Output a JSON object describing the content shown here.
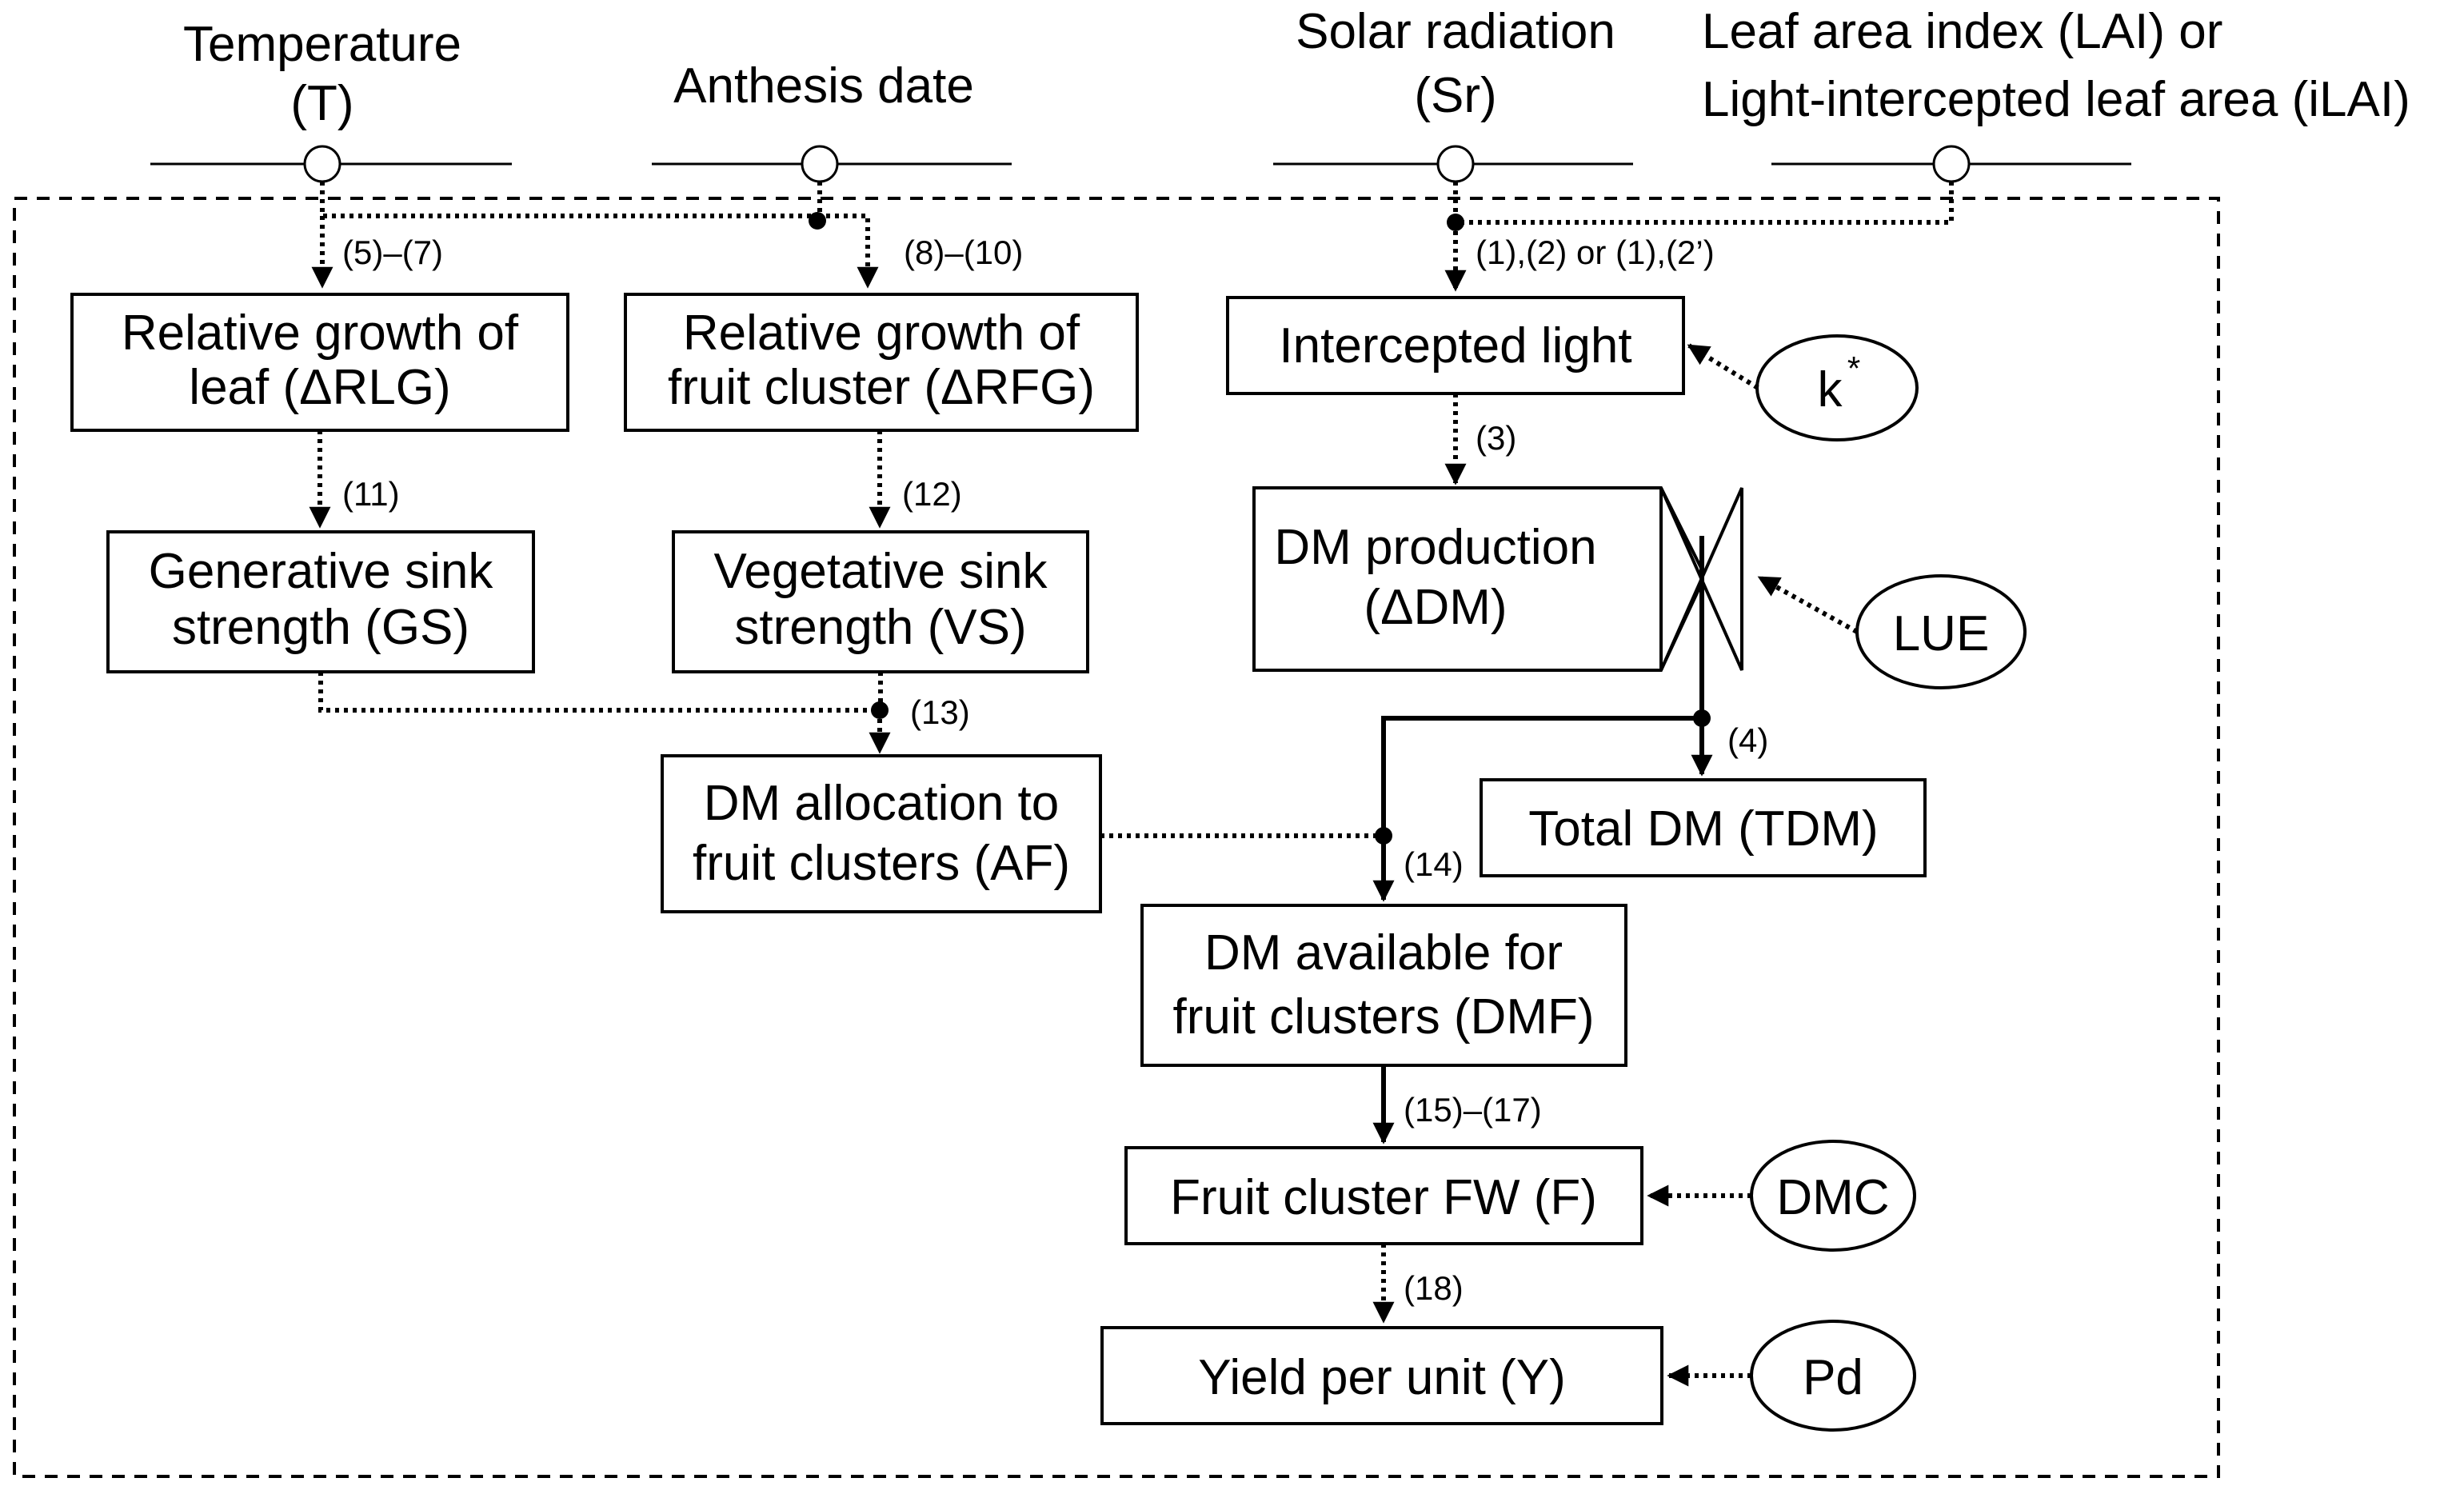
{
  "inputs": {
    "temperature": {
      "line1": "Temperature",
      "line2": "(T)"
    },
    "anthesis": {
      "line1": "Anthesis date"
    },
    "solar": {
      "line1": "Solar radiation",
      "line2": "(Sr)"
    },
    "lai": {
      "line1": "Leaf area index (LAI) or",
      "line2": "Light-intercepted leaf area (iLAI)"
    }
  },
  "boxes": {
    "rlg": {
      "line1": "Relative growth of",
      "line2": "leaf (ΔRLG)"
    },
    "rfg": {
      "line1": "Relative growth of",
      "line2": "fruit cluster (ΔRFG)"
    },
    "light": {
      "line1": "Intercepted light"
    },
    "gs": {
      "line1": "Generative sink",
      "line2": "strength (GS)"
    },
    "vs": {
      "line1": "Vegetative sink",
      "line2": "strength (VS)"
    },
    "dmprod": {
      "line1": "DM production",
      "line2": "(ΔDM)"
    },
    "af": {
      "line1": "DM allocation to",
      "line2": "fruit clusters (AF)"
    },
    "tdm": {
      "line1": "Total DM (TDM)"
    },
    "dmf": {
      "line1": "DM available for",
      "line2": "fruit clusters (DMF)"
    },
    "fw": {
      "line1": "Fruit cluster FW (F)"
    },
    "yield": {
      "line1": "Yield per unit (Y)"
    }
  },
  "params": {
    "k": "k",
    "k_sup": "*",
    "lue": "LUE",
    "dmc": "DMC",
    "pd": "Pd"
  },
  "equations": {
    "e5_7": "(5)–(7)",
    "e8_10": "(8)–(10)",
    "e1_2": "(1),(2) or (1),(2’)",
    "e3": "(3)",
    "e11": "(11)",
    "e12": "(12)",
    "e13": "(13)",
    "e4": "(4)",
    "e14": "(14)",
    "e15_17": "(15)–(17)",
    "e18": "(18)"
  }
}
